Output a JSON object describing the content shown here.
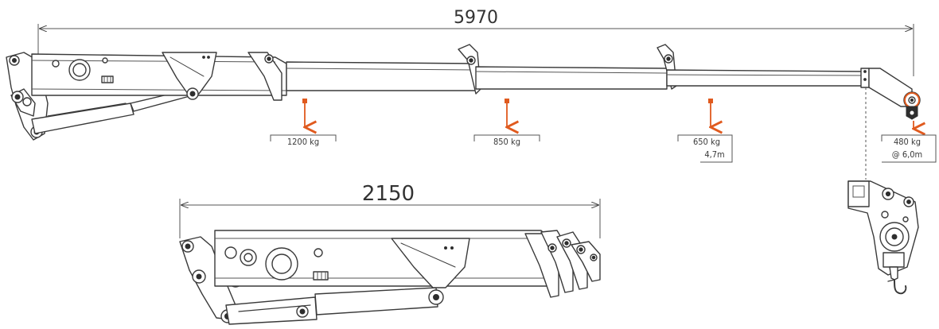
{
  "dimensions": {
    "extended_length": "5970",
    "retracted_length": "2150"
  },
  "loads": [
    {
      "weight": "1200 kg",
      "reach": ""
    },
    {
      "weight": "850 kg",
      "reach": ""
    },
    {
      "weight": "650 kg",
      "reach": "4,7m"
    },
    {
      "weight": "480 kg",
      "reach": "@ 6,0m"
    }
  ],
  "colors": {
    "load_arrow": "#e05a1e",
    "line": "#3a3a3a",
    "hook_accent": "#e05a1e"
  }
}
